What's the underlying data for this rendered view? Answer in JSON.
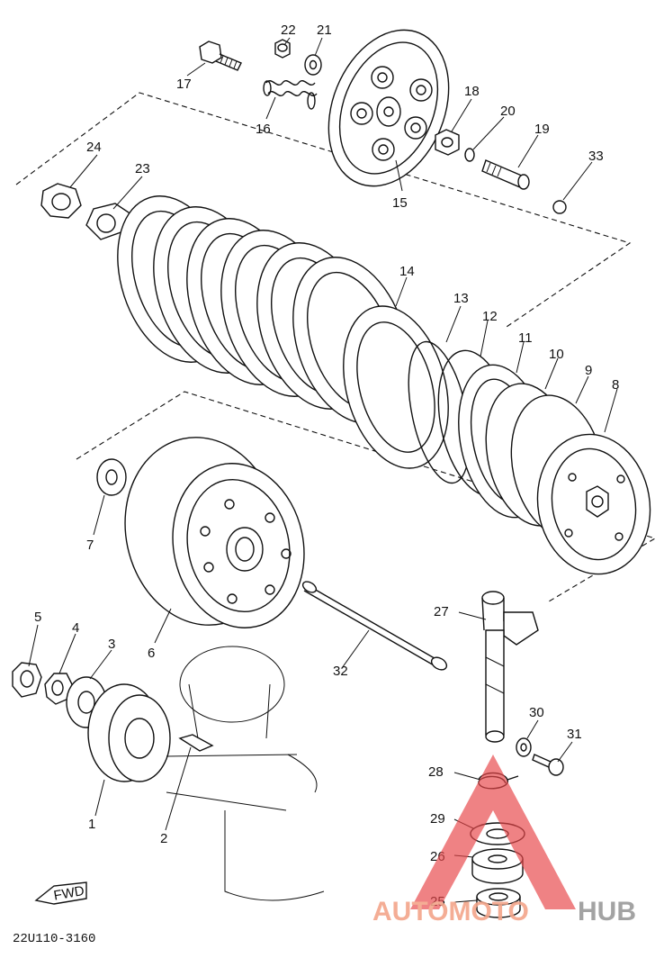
{
  "diagram": {
    "figure_code": "22U110-3160",
    "fwd_label": "FWD",
    "part_numbers": [
      "1",
      "2",
      "3",
      "4",
      "5",
      "6",
      "7",
      "8",
      "9",
      "10",
      "11",
      "12",
      "13",
      "14",
      "15",
      "16",
      "17",
      "18",
      "19",
      "20",
      "21",
      "22",
      "23",
      "24",
      "25",
      "26",
      "27",
      "28",
      "29",
      "30",
      "31",
      "32",
      "33"
    ]
  },
  "watermark": {
    "text_part1": "AUTOMOTO",
    "text_part2": "HUB",
    "color_primary": "#e8474a",
    "color_light": "#f3a58a",
    "color_secondary": "#9a9a9a"
  },
  "colors": {
    "line": "#111111",
    "background": "#ffffff"
  }
}
